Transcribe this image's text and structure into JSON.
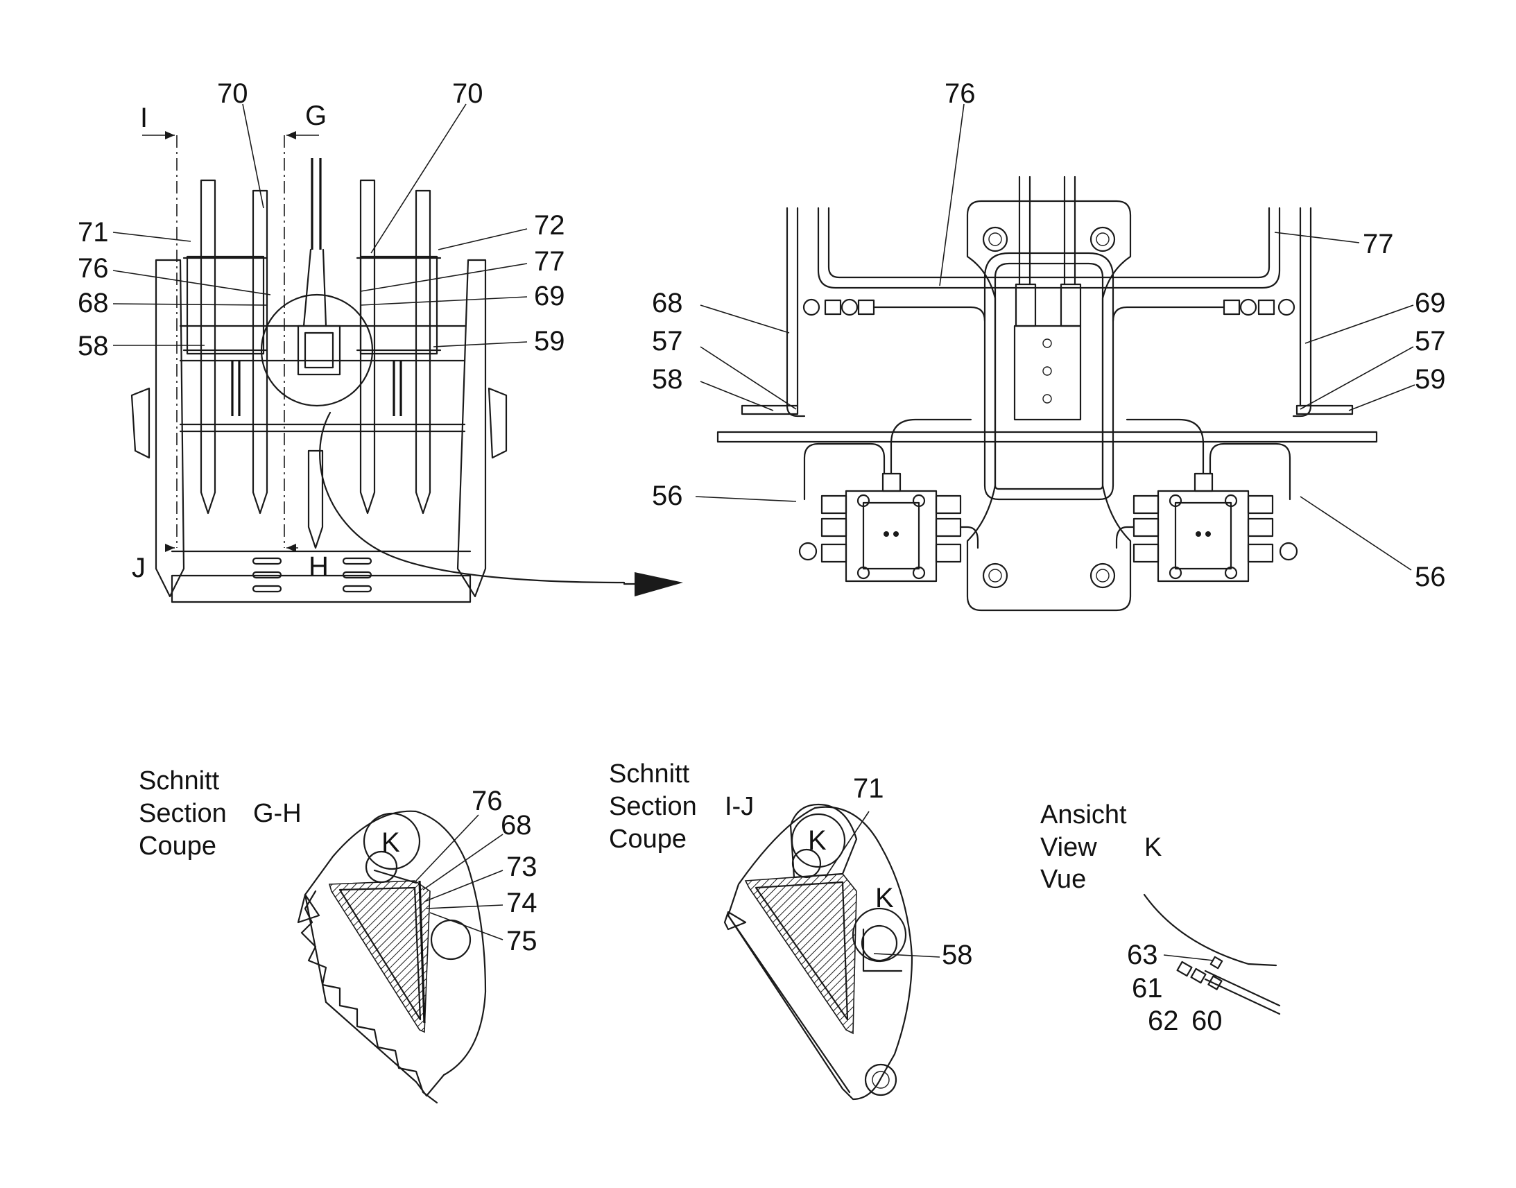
{
  "callouts": {
    "ov_70a": "70",
    "ov_70b": "70",
    "ov_I": "I",
    "ov_G": "G",
    "ov_71": "71",
    "ov_72": "72",
    "ov_76": "76",
    "ov_77": "77",
    "ov_68": "68",
    "ov_69": "69",
    "ov_58": "58",
    "ov_59": "59",
    "ov_J": "J",
    "ov_H": "H",
    "dt_76": "76",
    "dt_77": "77",
    "dt_68": "68",
    "dt_69": "69",
    "dt_57a": "57",
    "dt_57b": "57",
    "dt_58": "58",
    "dt_59": "59",
    "dt_56a": "56",
    "dt_56b": "56",
    "gh_76": "76",
    "gh_68": "68",
    "gh_73": "73",
    "gh_74": "74",
    "gh_75": "75",
    "gh_K": "K",
    "ij_71": "71",
    "ij_58": "58",
    "ij_K1": "K",
    "ij_K2": "K",
    "vk_63": "63",
    "vk_61": "61",
    "vk_62": "62",
    "vk_60": "60"
  },
  "captions": {
    "gh": {
      "line1": "Schnitt",
      "line2": "Section",
      "line3": "Coupe",
      "tag": "G-H"
    },
    "ij": {
      "line1": "Schnitt",
      "line2": "Section",
      "line3": "Coupe",
      "tag": "I-J"
    },
    "k": {
      "line1": "Ansicht",
      "line2": "View",
      "line3": "Vue",
      "tag": "K"
    }
  }
}
